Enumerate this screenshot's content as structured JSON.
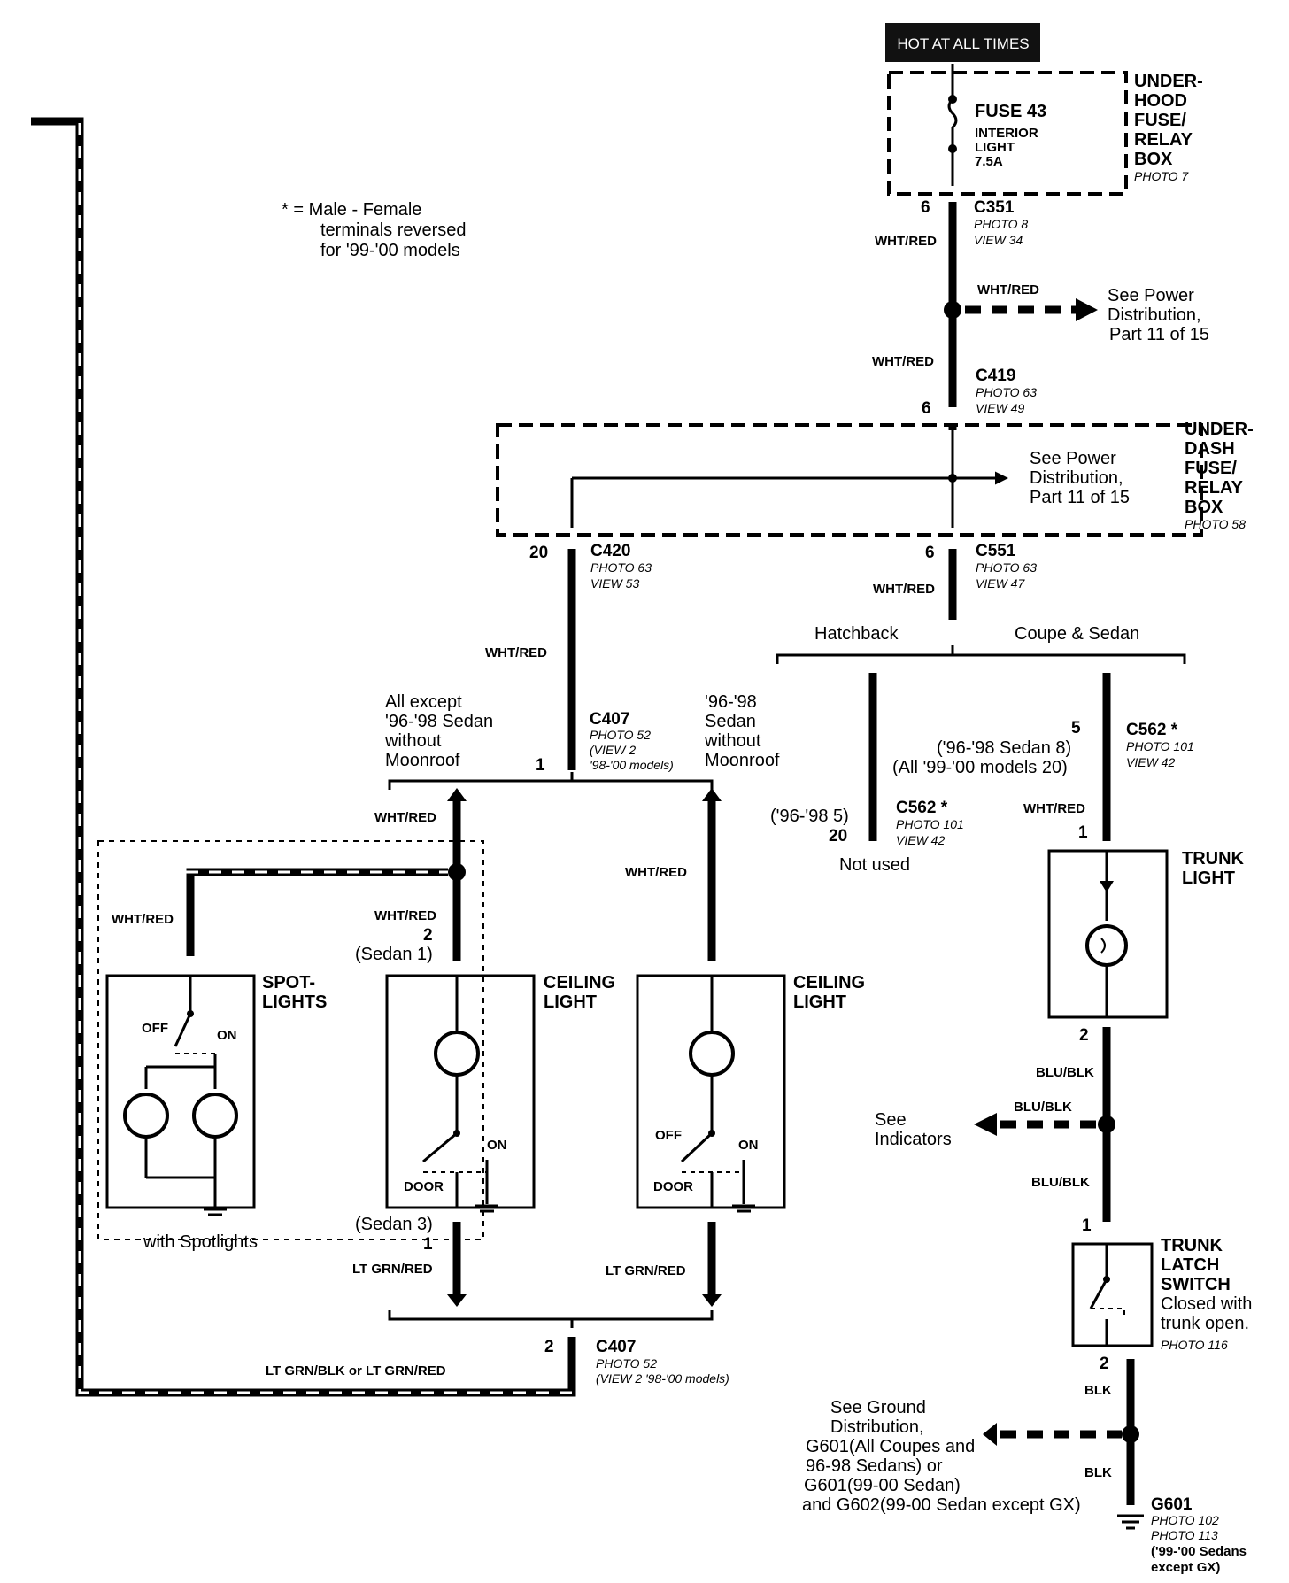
{
  "header": {
    "hot_label": "HOT AT ALL TIMES"
  },
  "note": {
    "line1": "* = Male - Female",
    "line2": "terminals reversed",
    "line3": "for '99-'00 models"
  },
  "underhood_box": {
    "name_lines": [
      "UNDER-",
      "HOOD",
      "FUSE/",
      "RELAY",
      "BOX"
    ],
    "photo": "PHOTO 7",
    "fuse_name": "FUSE 43",
    "fuse_desc_lines": [
      "INTERIOR",
      "LIGHT",
      "7.5A"
    ]
  },
  "underdash_box": {
    "name_lines": [
      "UNDER-",
      "DASH",
      "FUSE/",
      "RELAY",
      "BOX"
    ],
    "photo": "PHOTO 58",
    "see_lines": [
      "See Power",
      "Distribution,",
      "Part 11 of 15"
    ]
  },
  "power_dist_ref": {
    "lines": [
      "See Power",
      "Distribution,",
      "Part 11 of 15"
    ]
  },
  "connectors": {
    "c351": {
      "name": "C351",
      "photo": "PHOTO 8",
      "view": "VIEW 34",
      "pin": "6"
    },
    "c419": {
      "name": "C419",
      "photo": "PHOTO 63",
      "view": "VIEW 49",
      "pin": "6"
    },
    "c420": {
      "name": "C420",
      "photo": "PHOTO 63",
      "view": "VIEW 53",
      "pin": "20"
    },
    "c551": {
      "name": "C551",
      "photo": "PHOTO 63",
      "view": "VIEW 47",
      "pin": "6"
    },
    "c407_top": {
      "name": "C407",
      "photo": "PHOTO 52",
      "view": "(VIEW 2",
      "note": "'98-'00 models)",
      "pin": "1"
    },
    "c407_bot": {
      "name": "C407",
      "photo": "PHOTO 52",
      "view": "(VIEW 2  '98-'00  models)",
      "pin": "2"
    },
    "c562_left": {
      "name": "C562 *",
      "photo": "PHOTO 101",
      "view": "VIEW 42",
      "pin_a": "('96-'98 5)",
      "pin_b": "20",
      "not_used": "Not used"
    },
    "c562_right": {
      "name": "C562 *",
      "photo": "PHOTO 101",
      "view": "VIEW 42",
      "pin": "5",
      "alt1": "('96-'98 Sedan 8)",
      "alt2": "(All '99-'00 models 20)",
      "pin_low": "1"
    }
  },
  "wires": {
    "wht_red": "WHT/RED",
    "lt_grn_red": "LT GRN/RED",
    "lt_grn_blk_or": "LT GRN/BLK or LT GRN/RED",
    "blu_blk": "BLU/BLK",
    "blk": "BLK"
  },
  "branches": {
    "hatchback": "Hatchback",
    "coupe_sedan": "Coupe & Sedan",
    "all_except_lines": [
      "All  except",
      "'96-'98 Sedan",
      "without",
      "Moonroof"
    ],
    "sedan_without_lines": [
      "'96-'98",
      "Sedan",
      "without",
      "Moonroof"
    ]
  },
  "spotlights": {
    "name_lines": [
      "SPOT-",
      "LIGHTS"
    ],
    "off": "OFF",
    "on": "ON",
    "with_label": "with Spotlights"
  },
  "ceiling_left": {
    "name_lines": [
      "CEILING",
      "LIGHT"
    ],
    "door": "DOOR",
    "on": "ON",
    "pin_top": "2",
    "sedan_top": "(Sedan 1)",
    "sedan_bot": "(Sedan 3)",
    "pin_bot": "1"
  },
  "ceiling_right": {
    "name_lines": [
      "CEILING",
      "LIGHT"
    ],
    "off": "OFF",
    "door": "DOOR",
    "on": "ON"
  },
  "trunk_light": {
    "name_lines": [
      "TRUNK",
      "LIGHT"
    ],
    "pin_bot": "2"
  },
  "indicators": {
    "lines": [
      "See",
      "Indicators"
    ]
  },
  "trunk_latch": {
    "name_lines": [
      "TRUNK",
      "LATCH",
      "SWITCH"
    ],
    "desc_lines": [
      "Closed with",
      "trunk open."
    ],
    "photo": "PHOTO 116",
    "pin_top": "1",
    "pin_bot": "2"
  },
  "ground_ref": {
    "lines": [
      "See Ground",
      "Distribution,",
      "G601(All Coupes and",
      "96-98 Sedans)   or",
      "G601(99-00 Sedan)",
      "and G602(99-00 Sedan except GX)"
    ]
  },
  "g601": {
    "name": "G601",
    "photos": [
      "PHOTO 102",
      "PHOTO 113"
    ],
    "note_lines": [
      "('99-'00 Sedans",
      "except GX)"
    ]
  }
}
